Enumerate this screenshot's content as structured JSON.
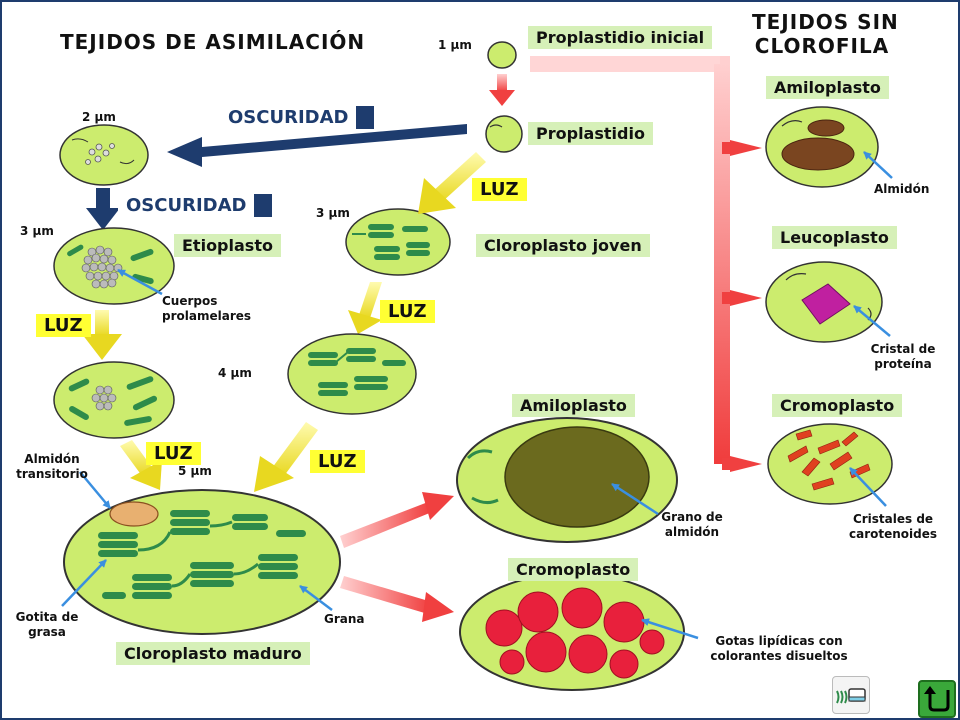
{
  "sections": {
    "assimilation_title": "TEJIDOS DE ASIMILACIÓN",
    "no_chlorophyll_title_line1": "TEJIDOS SIN",
    "no_chlorophyll_title_line2": "CLOROFILA"
  },
  "labels": {
    "initial_proplastid": "Proplastidio inicial",
    "proplastid": "Proplastidio",
    "etioplast": "Etioplasto",
    "young_chloroplast": "Cloroplasto joven",
    "mature_chloroplast": "Cloroplasto maduro",
    "amyloplast_right": "Amiloplasto",
    "leucoplast": "Leucoplasto",
    "chromoplast_right": "Cromoplasto",
    "amyloplast_mid": "Amiloplasto",
    "chromoplast_mid": "Cromoplasto"
  },
  "conditions": {
    "darkness": "OSCURIDAD",
    "light": "LUZ"
  },
  "sizes": {
    "initial": "1 μm",
    "proplastid": "2 μm",
    "etioplast": "3 μm",
    "young": "3 μm",
    "intermediate": "4 μm",
    "mature": "5 μm"
  },
  "annotations": {
    "prolamellar_bodies_line1": "Cuerpos",
    "prolamellar_bodies_line2": "prolamelares",
    "transitory_starch_line1": "Almidón",
    "transitory_starch_line2": "transitorio",
    "fat_droplet_line1": "Gotita de",
    "fat_droplet_line2": "grasa",
    "grana": "Grana",
    "starch": "Almidón",
    "protein_crystal_line1": "Cristal de",
    "protein_crystal_line2": "proteína",
    "carotenoid_crystals_line1": "Cristales de",
    "carotenoid_crystals_line2": "carotenoides",
    "starch_grain_line1": "Grano de",
    "starch_grain_line2": "almidón",
    "lipid_drops_line1": "Gotas lipídicas con",
    "lipid_drops_line2": "colorantes disueltos"
  },
  "colors": {
    "cytoplasm": "#ccec6e",
    "thylakoid": "#2e8b4a",
    "dark_arrow": "#1e3c6e",
    "light_arrow": "#e8d820",
    "red_arrow": "#f04040",
    "pointer": "#3a8fe0",
    "starch": "#6e4020",
    "protein_crystal": "#c020a0",
    "carotenoid": "#e04020",
    "lipid": "#e8203c",
    "label_bg": "#d6f0b8",
    "light_label_bg": "#ffff33"
  },
  "nav": {
    "prev_icon": "eraser-icon",
    "return_icon": "return-arrow-icon"
  }
}
